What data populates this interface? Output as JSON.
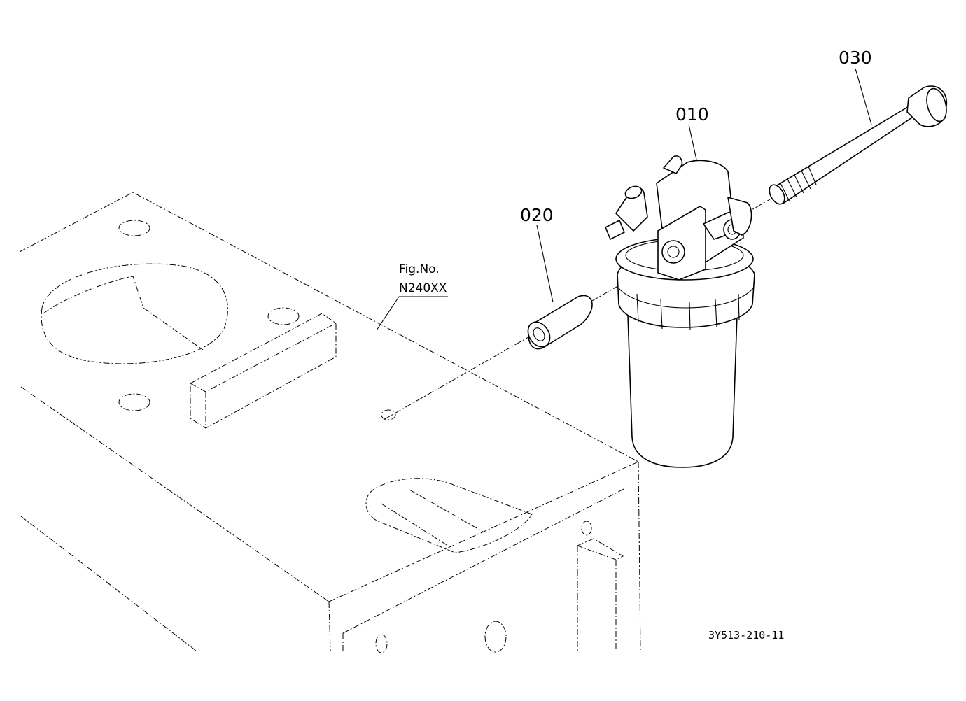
{
  "callouts": {
    "part_010": "010",
    "part_020": "020",
    "part_030": "030"
  },
  "figure_ref": {
    "line1": "Fig.No.",
    "line2": "N240XX"
  },
  "drawing_number": "3Y513-210-11"
}
